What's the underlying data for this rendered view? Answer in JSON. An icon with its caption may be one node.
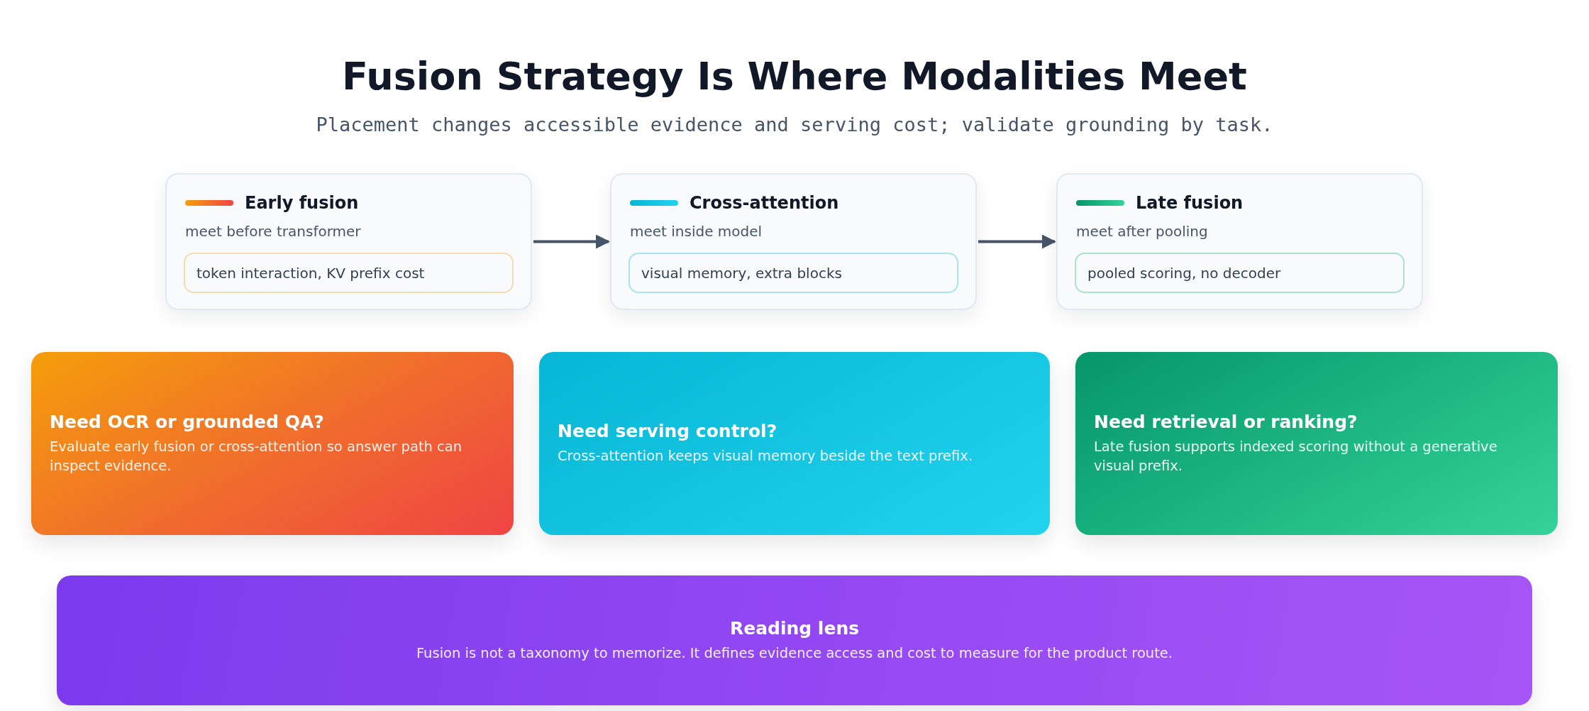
{
  "diagram": {
    "title": "Fusion Strategy Is Where Modalities Meet",
    "caption": "Placement changes accessible evidence and serving cost; validate grounding by task.",
    "nodes": [
      {
        "text": [
          "Early fusion",
          "meet before transformer"
        ]
      },
      {
        "text": [
          "token interaction, KV prefix cost"
        ],
        "in": 0
      },
      {
        "text": [
          "Cross-attention",
          "meet inside model"
        ]
      },
      {
        "text": [
          "visual memory, extra blocks"
        ],
        "in": 2
      },
      {
        "text": [
          "Late fusion",
          "meet after pooling"
        ]
      },
      {
        "text": [
          "pooled scoring, no decoder"
        ],
        "in": 4
      },
      {
        "text": [
          "Need OCR or grounded QA?",
          "Evaluate early fusion or cross-attention so answer path can inspect evidence."
        ]
      },
      {
        "text": [
          "Need serving control?",
          "Cross-attention keeps visual memory beside the text prefix."
        ]
      },
      {
        "text": [
          "Need retrieval or ranking?",
          "Late fusion supports indexed scoring without a generative visual prefix."
        ]
      },
      {
        "text": [
          "Reading lens",
          "Fusion is not a taxonomy to memorize. It defines evidence access and cost to measure for the product route."
        ]
      }
    ],
    "edges": [
      {
        "from": 0,
        "to": 2,
        "arrow": "to"
      },
      {
        "from": 2,
        "to": 4,
        "arrow": "to"
      }
    ]
  }
}
